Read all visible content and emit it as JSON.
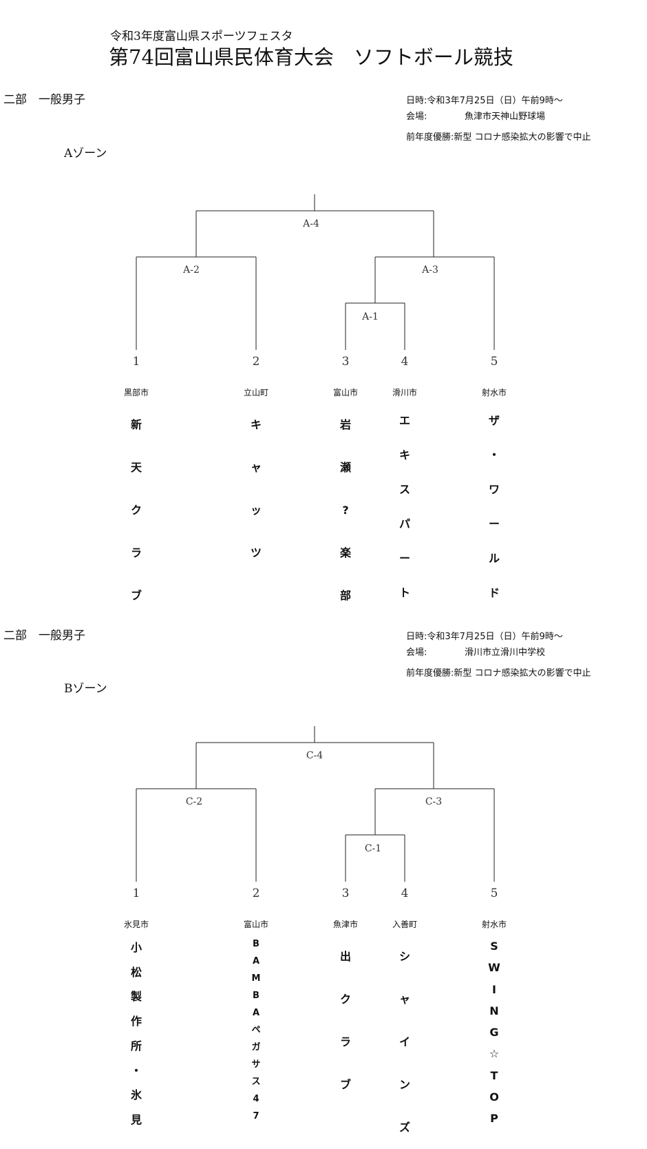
{
  "header": {
    "subtitle": "令和3年度富山県スポーツフェスタ",
    "title": "第74回富山県民体育大会　ソフトボール競技"
  },
  "sections": [
    {
      "division": "二部　一般男子",
      "zone": "Aゾーン",
      "date_label": "日時:",
      "date_value": "令和3年7月25日（日）午前9時～",
      "venue_label": "会場:",
      "venue_value": "魚津市天神山野球場",
      "prev_label": "前年度優勝:",
      "prev_value": "新型 コロナ感染拡大の影響で中止",
      "matches": [
        "A-1",
        "A-2",
        "A-3",
        "A-4"
      ],
      "seeds": [
        "1",
        "2",
        "3",
        "4",
        "5"
      ],
      "teams": [
        {
          "city": "黒部市",
          "name": "新天クラブ"
        },
        {
          "city": "立山町",
          "name": "キャッツ"
        },
        {
          "city": "富山市",
          "name": "岩瀬?楽部"
        },
        {
          "city": "滑川市",
          "name": "エキスパート"
        },
        {
          "city": "射水市",
          "name": "ザ・ワールド"
        }
      ]
    },
    {
      "division": "二部　一般男子",
      "zone": "Bゾーン",
      "date_label": "日時:",
      "date_value": "令和3年7月25日（日）午前9時～",
      "venue_label": "会場:",
      "venue_value": "滑川市立滑川中学校",
      "prev_label": "前年度優勝:",
      "prev_value": "新型 コロナ感染拡大の影響で中止",
      "matches": [
        "C-1",
        "C-2",
        "C-3",
        "C-4"
      ],
      "seeds": [
        "1",
        "2",
        "3",
        "4",
        "5"
      ],
      "teams": [
        {
          "city": "氷見市",
          "name": "小松製作所・氷見"
        },
        {
          "city": "富山市",
          "name": "BAMBAペガサス47"
        },
        {
          "city": "魚津市",
          "name": "出クラブ"
        },
        {
          "city": "入善町",
          "name": "シャインズ"
        },
        {
          "city": "射水市",
          "name": "SWING☆TOP"
        }
      ]
    }
  ]
}
